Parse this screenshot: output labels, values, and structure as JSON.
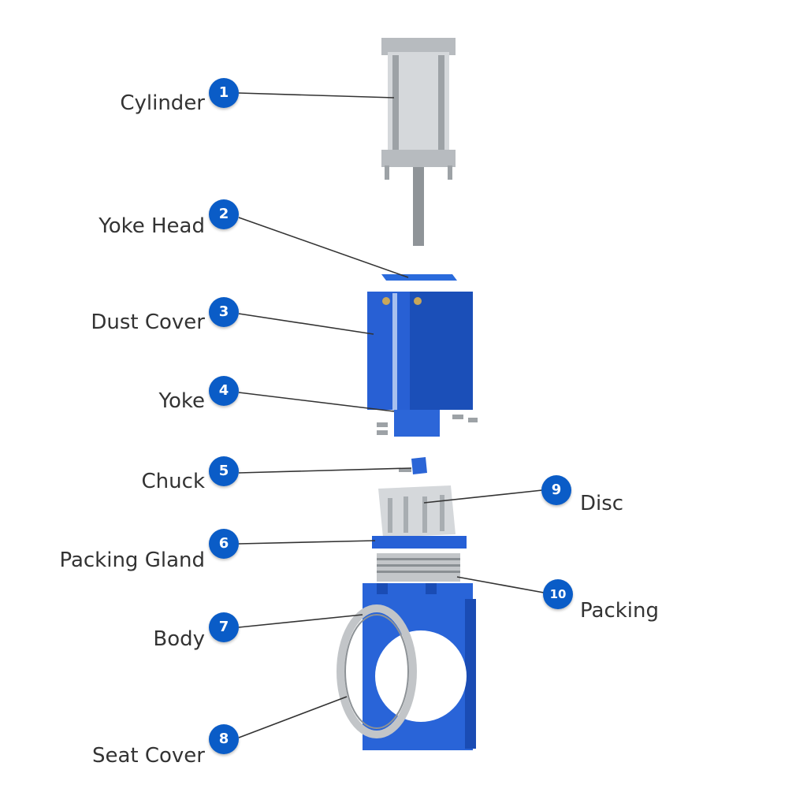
{
  "colors": {
    "badge": "#0a5cc7",
    "valve_blue": "#1f5fd6",
    "metal_gray": "#c9cccf",
    "leader_line": "#333333",
    "label_text": "#333333"
  },
  "parts": [
    {
      "number": "1",
      "name": "Cylinder"
    },
    {
      "number": "2",
      "name": "Yoke Head"
    },
    {
      "number": "3",
      "name": "Dust Cover"
    },
    {
      "number": "4",
      "name": "Yoke"
    },
    {
      "number": "5",
      "name": "Chuck"
    },
    {
      "number": "6",
      "name": "Packing Gland"
    },
    {
      "number": "7",
      "name": "Body"
    },
    {
      "number": "8",
      "name": "Seat Cover"
    },
    {
      "number": "9",
      "name": "Disc"
    },
    {
      "number": "10",
      "name": "Packing"
    }
  ]
}
